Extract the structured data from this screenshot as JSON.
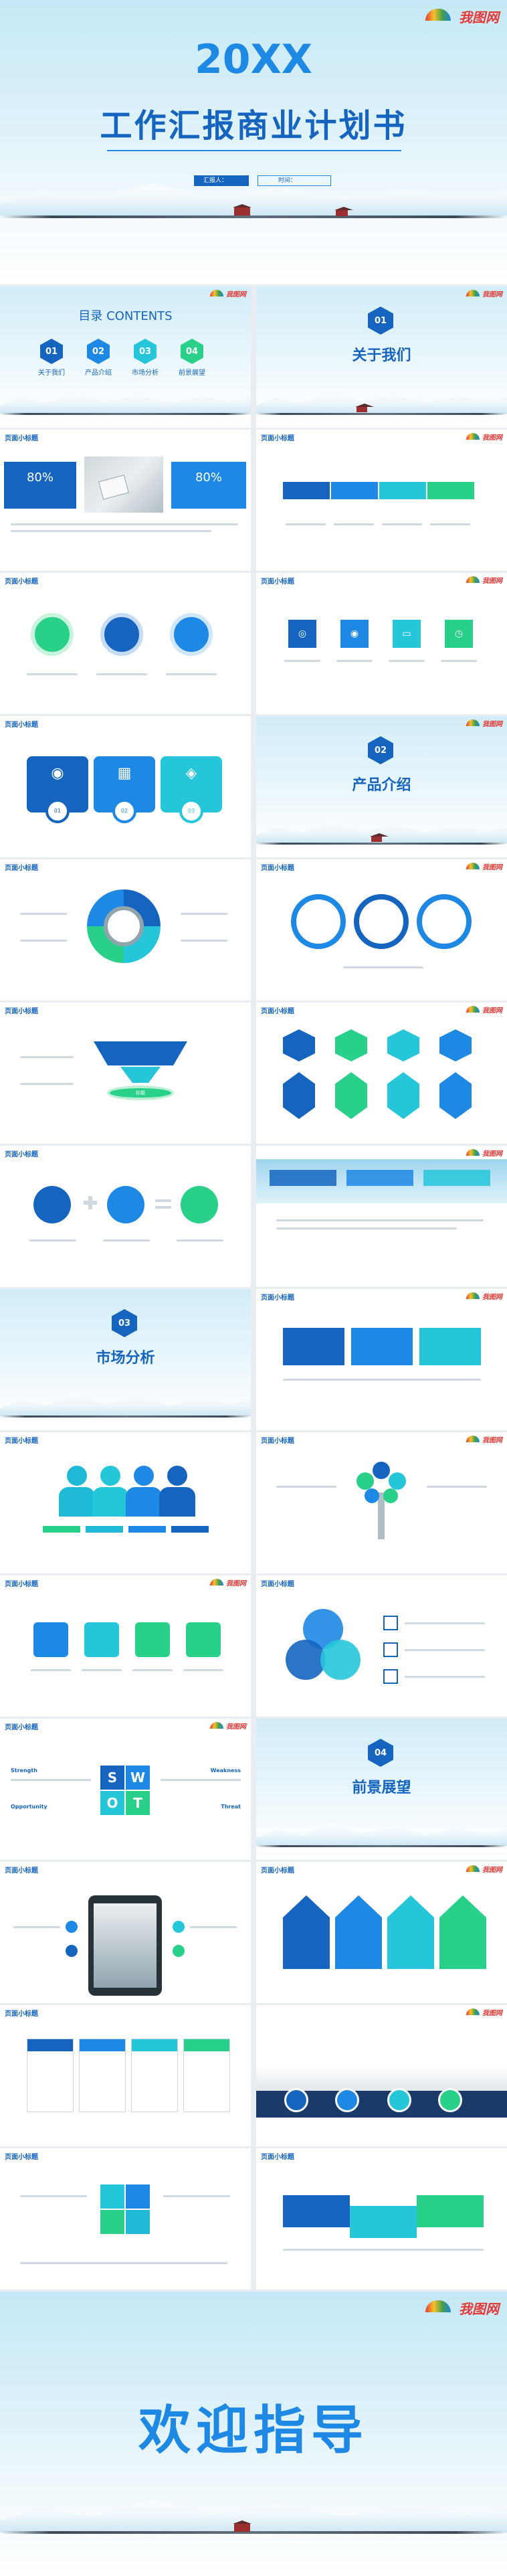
{
  "cover": {
    "title_year": "20XX",
    "title_main": "工作汇报商业计划书",
    "reporter_label": "汇报人：",
    "time_label": "时间："
  },
  "brand": {
    "logo_text": "我图网",
    "accent_blue": "#1565c0",
    "accent_mid": "#1e88e5",
    "accent_teal": "#26c6da",
    "accent_green": "#29d08a"
  },
  "toc": {
    "heading": "目录 CONTENTS",
    "items": [
      {
        "num": "01",
        "label": "关于我们"
      },
      {
        "num": "02",
        "label": "产品介绍"
      },
      {
        "num": "03",
        "label": "市场分析"
      },
      {
        "num": "04",
        "label": "前景展望"
      }
    ]
  },
  "sections": [
    {
      "num": "01",
      "title": "关于我们"
    },
    {
      "num": "02",
      "title": "产品介绍"
    },
    {
      "num": "03",
      "title": "市场分析"
    },
    {
      "num": "04",
      "title": "前景展望"
    }
  ],
  "page_heading": "页面小标题",
  "stats": {
    "left_value": "80%",
    "right_value": "80%"
  },
  "step_labels": {
    "a": "01",
    "b": "02",
    "c": "03"
  },
  "funnel_label": "标题",
  "swot": {
    "strength": "Strength",
    "weakness": "Weakness",
    "opportunity": "Opportunity",
    "threat": "Threat",
    "letters": [
      "S",
      "W",
      "O",
      "T"
    ]
  },
  "closing": {
    "title": "欢迎指导"
  }
}
